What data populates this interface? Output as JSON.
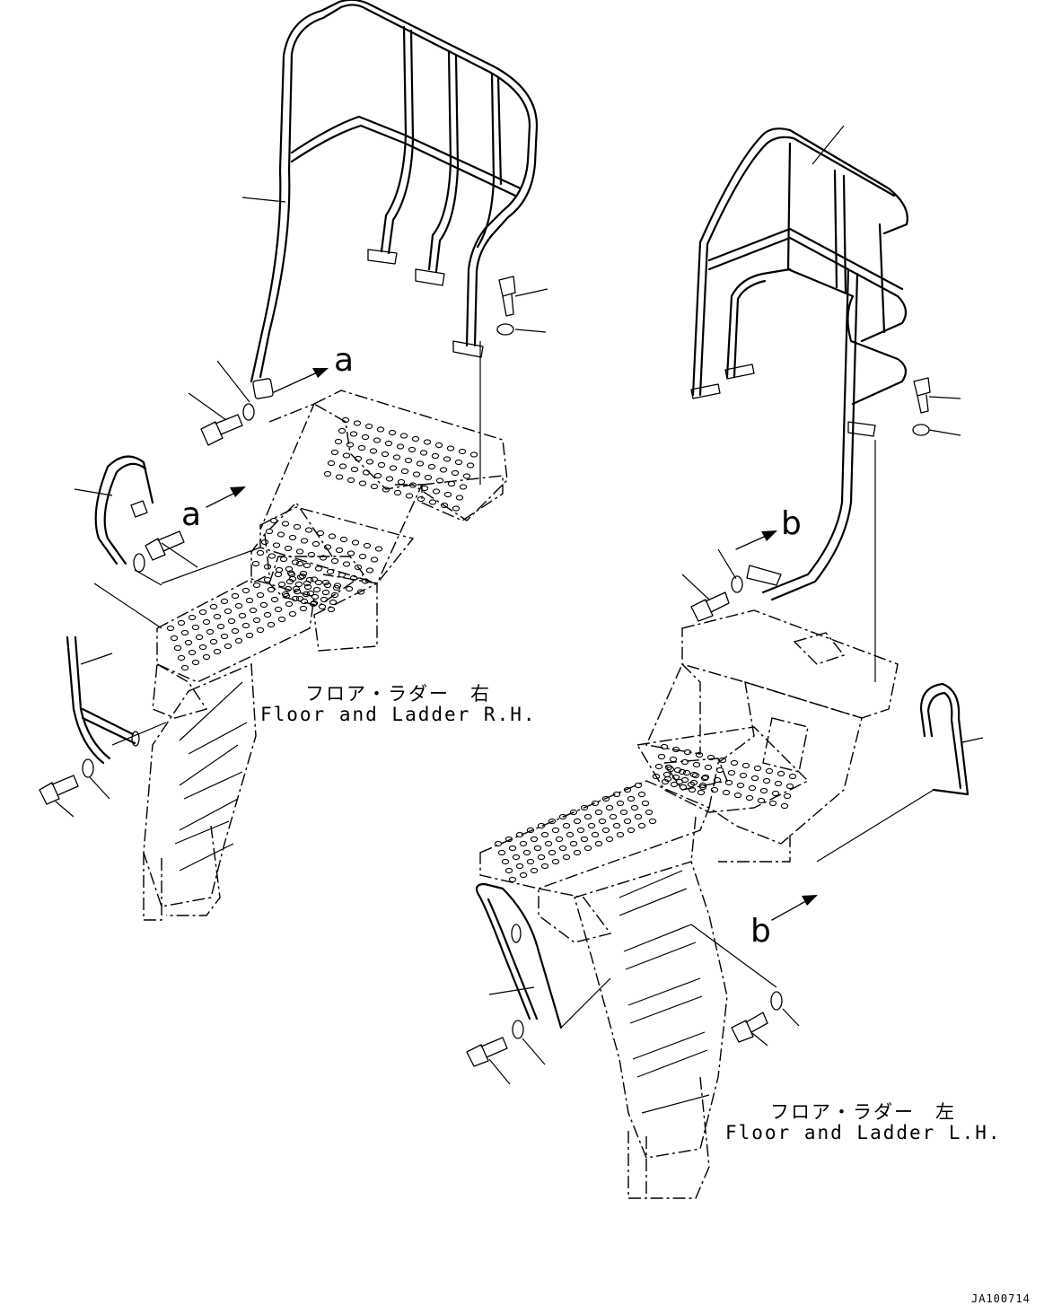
{
  "labels": {
    "rh_jp": "フロア・ラダー　右",
    "rh_en": "Floor and Ladder R.H.",
    "lh_jp": "フロア・ラダー　左",
    "lh_en": "Floor and Ladder L.H.",
    "arrow_a": "a",
    "arrow_b": "b",
    "doc_id": "JA100714"
  },
  "icons": {
    "handrail": "handrail-icon",
    "bolt": "bolt-icon",
    "washer": "washer-icon",
    "view-arrow": "arrow-icon"
  }
}
